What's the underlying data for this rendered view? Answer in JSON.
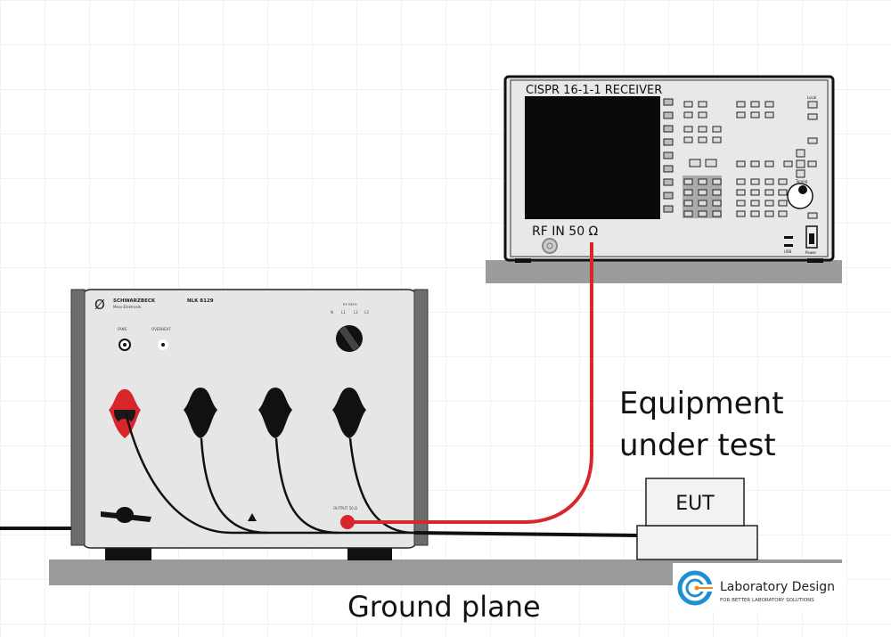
{
  "receiver": {
    "title": "CISPR 16-1-1 RECEIVER",
    "rf_in": "RF IN 50 Ω",
    "local": "Local",
    "tuning": "Tuning",
    "usb": "USB",
    "power": "Power"
  },
  "lisn": {
    "brand": "SCHWARZBECK",
    "brand_sub": "Mess-Elektronik",
    "model": "NLK 8129",
    "fans": "FANS",
    "overheat": "OVERHEAT",
    "rf_path": "RF PATH",
    "rf_path_positions": [
      "N",
      "L1",
      "L2",
      "L3"
    ],
    "output": "OUTPUT 50 Ω"
  },
  "eut": {
    "box_label": "EUT",
    "caption_line1": "Equipment",
    "caption_line2": "under test"
  },
  "ground_plane": "Ground plane",
  "logo": {
    "name": "Laboratory Design",
    "tagline": "FOR BETTER LABORATORY SOLUTIONS"
  },
  "colors": {
    "cable_red": "#d9262c",
    "ground": "#9a9a9a",
    "panel": "#e9e9e9"
  }
}
